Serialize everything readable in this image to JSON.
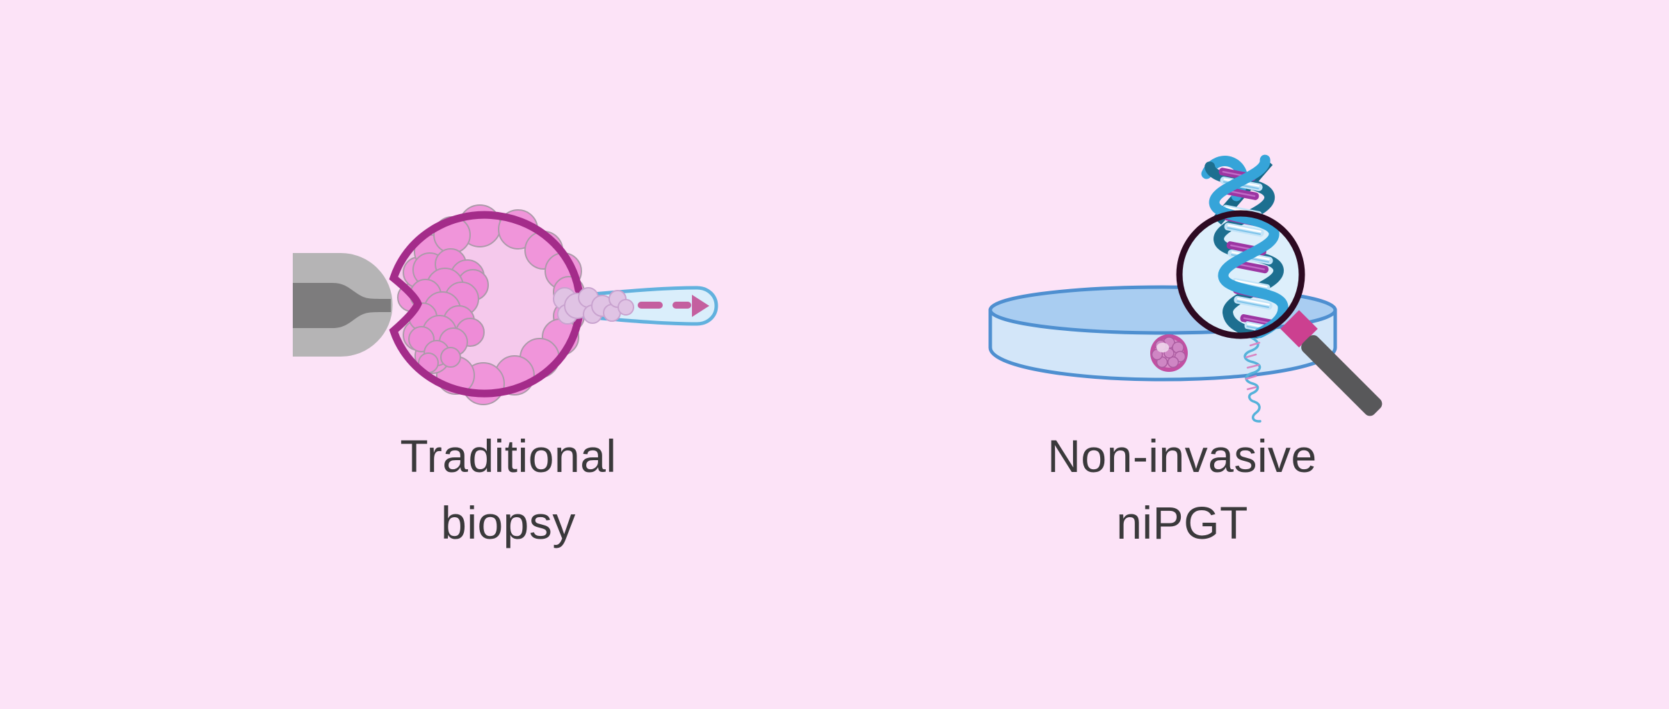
{
  "figure": {
    "type": "medical-illustration-comparison",
    "background_color": "#fce3f7",
    "panels": {
      "traditional": {
        "label_line1": "Traditional",
        "label_line2": "biopsy",
        "illustration": "blastocyst held by holding pipette while biopsy pipette aspirates trophectoderm cells"
      },
      "non_invasive": {
        "label_line1": "Non-invasive",
        "label_line2": "niPGT",
        "illustration": "culture dish with embryo and magnifying glass over free DNA double helix"
      }
    },
    "colors": {
      "text": "#3a393b",
      "zona_ring": "#a42c8a",
      "trophectoderm_cell": "#f095da",
      "blastocoel": "#f5c9ec",
      "inner_cell_mass": "#ee8cd7",
      "cell_outline": "#ab9aa9",
      "holding_pipette_outer": "#b5b4b5",
      "holding_pipette_inner": "#7d7c7d",
      "biopsy_pipette_fill": "#daeefb",
      "biopsy_pipette_outline": "#62b1de",
      "aspirated_cells": "#e0c3e4",
      "suction_arrow": "#c45f9f",
      "dish_top": "#a9cdf1",
      "dish_front": "#d3e6f9",
      "dish_outline": "#4e8fd0",
      "morula_ring": "#c250a2",
      "morula_cell": "#cf86c4",
      "lens_ring": "#2d0a22",
      "lens_fill": "#ddeffb",
      "magnifier_handle": "#58585a",
      "magnifier_collar": "#cc4090",
      "dna_ribbon_blue": "#36a4d9",
      "dna_strand_teal": "#1d6f90",
      "dna_base_purple": "#9c35a2",
      "dna_base_pale": "#c3e4f8"
    }
  }
}
